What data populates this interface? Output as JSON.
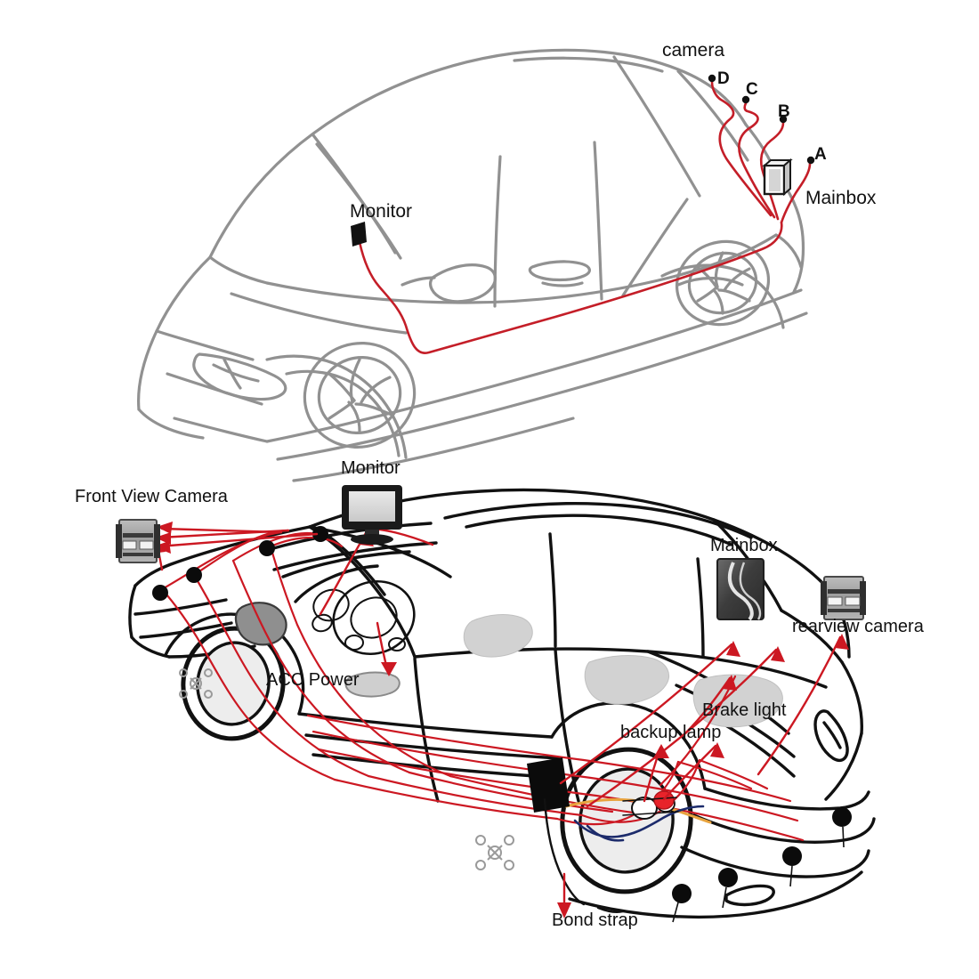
{
  "figure": {
    "type": "technical-installation-diagram",
    "subject": "Car parking sensor / camera system wiring routing",
    "background_color": "#ffffff",
    "wire_color": "#cc1822",
    "outline_color_top": "#8c8c8c",
    "outline_color_bottom": "#000000"
  },
  "top_diagram": {
    "name": "wire-routing-overview",
    "view": "front three-quarter sedan, gray line art",
    "labels": {
      "camera": "camera",
      "monitor": "Monitor",
      "mainbox": "Mainbox"
    },
    "sensor_markers": [
      {
        "id": "A",
        "label": "A"
      },
      {
        "id": "B",
        "label": "B"
      },
      {
        "id": "C",
        "label": "C"
      },
      {
        "id": "D",
        "label": "D"
      }
    ]
  },
  "bottom_diagram": {
    "name": "component-overview",
    "view": "rear three-quarter sedan, black line art",
    "labels": {
      "front_view_camera": "Front View Camera",
      "monitor": "Monitor",
      "mainbox": "Mainbox",
      "rearview_camera": "rearview camera",
      "acc_power": "ACC Power",
      "backup_lamp": "backup lamp",
      "brake_light": "Brake light",
      "bond_strap": "Bond strap"
    },
    "sensor_counts": {
      "front": 4,
      "rear": 4
    },
    "wire_colors": {
      "signal": "#cc1822",
      "power": "#e8a33d",
      "ground": "#1c2b6b",
      "brake_lamp_marker": "#e8232a"
    }
  }
}
